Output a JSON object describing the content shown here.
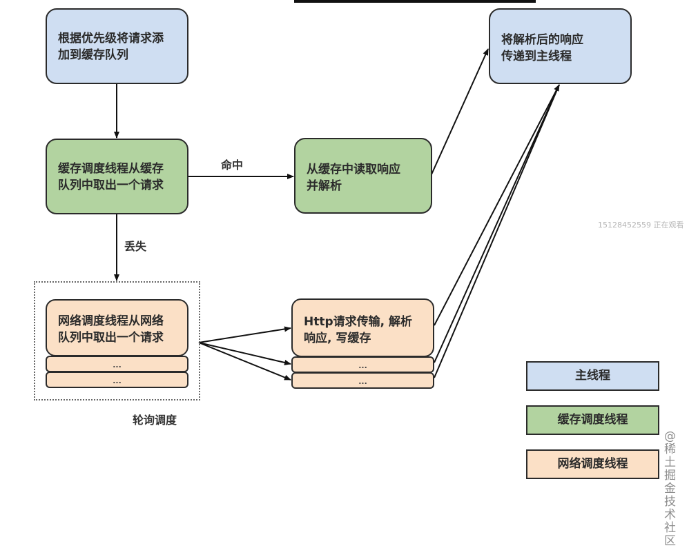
{
  "nodes": {
    "enqueue": "根据优先级将请求添\n加到缓存队列",
    "cache_dispatch": "缓存调度线程从缓存\n队列中取出一个请求",
    "read_cache": "从缓存中读取响应\n并解析",
    "deliver": "将解析后的响应\n传递到主线程",
    "network_dispatch": "网络调度线程从网络\n队列中取出一个请求",
    "http": "Http请求传输, 解析\n响应, 写缓存",
    "ellipsis": "..."
  },
  "edge_labels": {
    "hit": "命中",
    "miss": "丢失",
    "polling": "轮询调度"
  },
  "legend": [
    {
      "label": "主线程",
      "color": "#cfdef2"
    },
    {
      "label": "缓存调度线程",
      "color": "#b2d3a0"
    },
    {
      "label": "网络调度线程",
      "color": "#fbe0c6"
    }
  ],
  "overlay": {
    "viewer": "15128452559 正在观看",
    "watermark": "@稀土掘金技术社区"
  }
}
